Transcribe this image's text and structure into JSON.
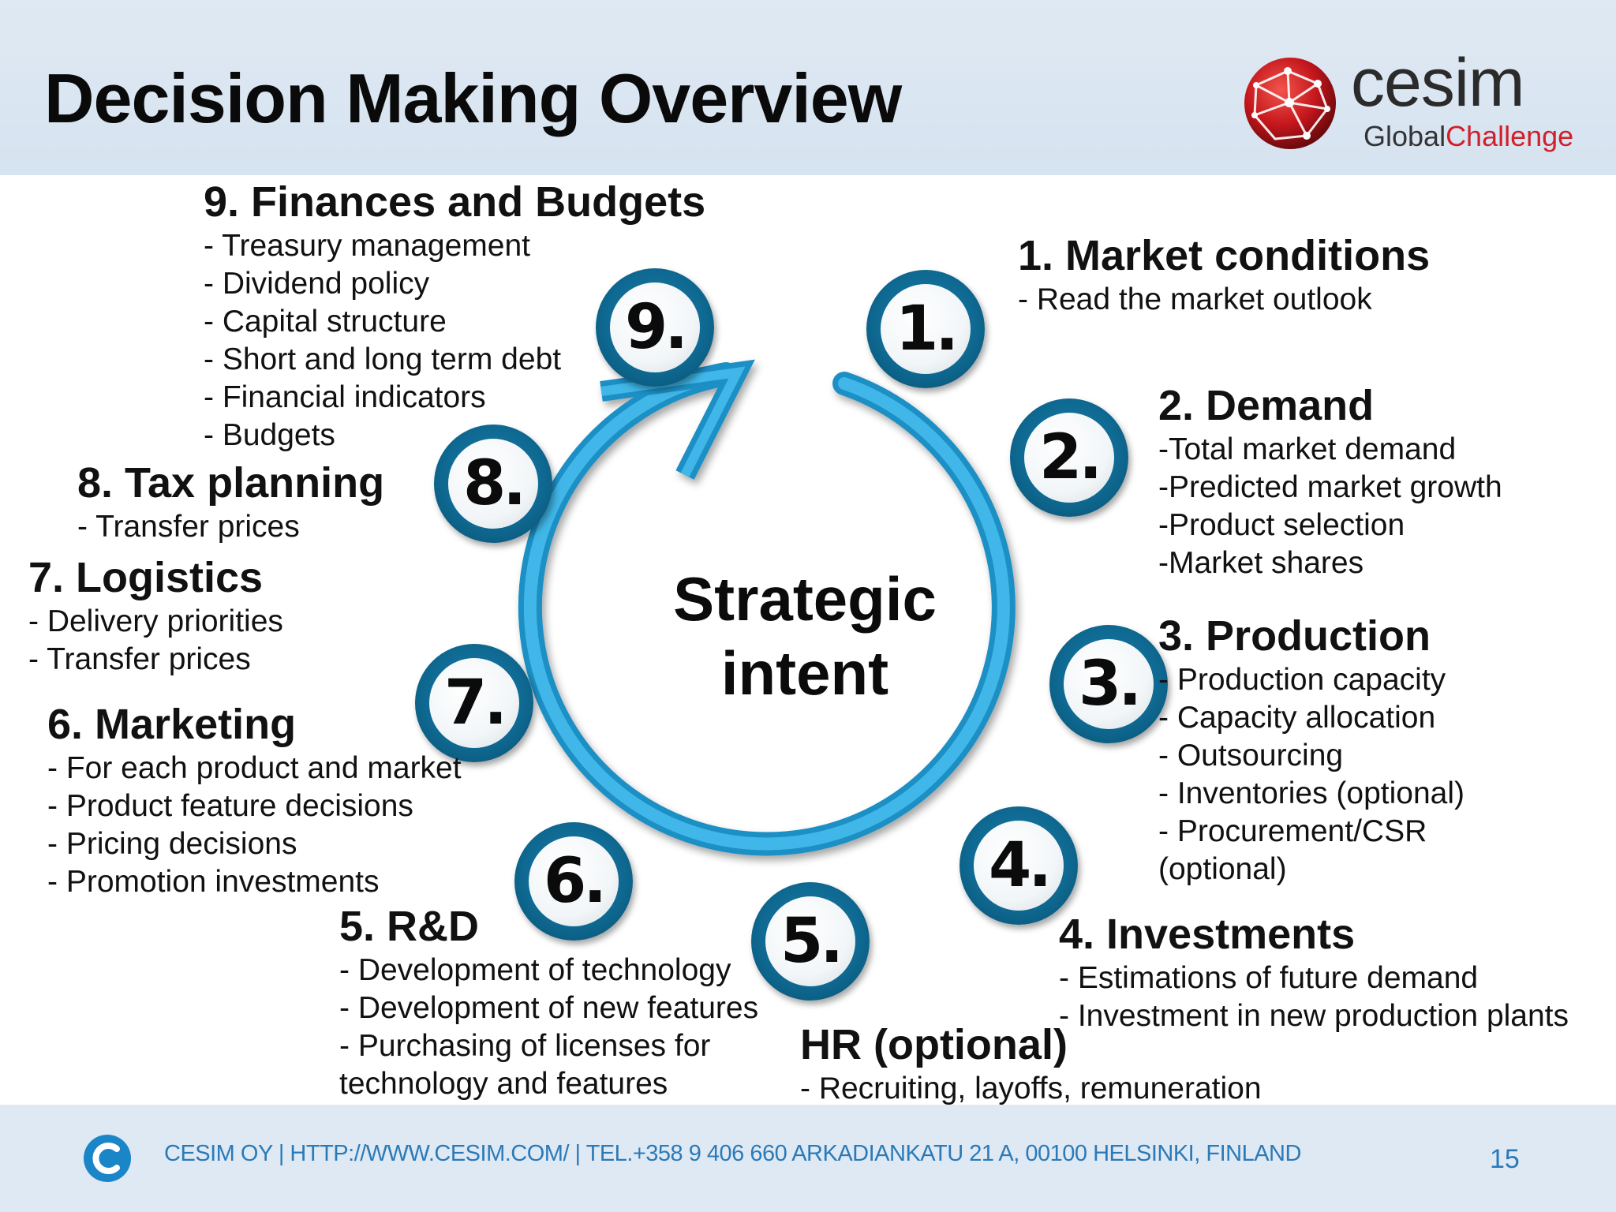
{
  "title": "Decision Making Overview",
  "logo": {
    "word": "cesim",
    "sub_a": "Global",
    "sub_b": "Challenge"
  },
  "center": {
    "line1": "Strategic",
    "line2": "intent"
  },
  "nodes": [
    {
      "label": "1."
    },
    {
      "label": "2."
    },
    {
      "label": "3."
    },
    {
      "label": "4."
    },
    {
      "label": "5."
    },
    {
      "label": "6."
    },
    {
      "label": "7."
    },
    {
      "label": "8."
    },
    {
      "label": "9."
    }
  ],
  "sections": {
    "finances": {
      "heading": "9. Finances and Budgets",
      "items": [
        "-  Treasury management",
        "-  Dividend policy",
        "-  Capital structure",
        "-  Short and long term debt",
        "-  Financial indicators",
        "-  Budgets"
      ]
    },
    "market": {
      "heading": "1. Market conditions",
      "items": [
        "-  Read the market outlook"
      ]
    },
    "demand": {
      "heading": "2. Demand",
      "items": [
        "-Total market demand",
        "-Predicted market growth",
        "-Product selection",
        "-Market shares"
      ]
    },
    "production": {
      "heading": "3. Production",
      "items": [
        "-  Production capacity",
        "-  Capacity allocation",
        "-  Outsourcing",
        "-  Inventories (optional)",
        "-  Procurement/CSR",
        "(optional)"
      ]
    },
    "tax": {
      "heading": "8. Tax planning",
      "items": [
        "-  Transfer prices"
      ]
    },
    "logistics": {
      "heading": "7. Logistics",
      "items": [
        "-  Delivery priorities",
        "-  Transfer prices"
      ]
    },
    "marketing": {
      "heading": "6. Marketing",
      "items": [
        "-  For each product and market",
        "-  Product feature decisions",
        "-  Pricing decisions",
        "-  Promotion investments"
      ]
    },
    "rnd": {
      "heading": "5. R&D",
      "items": [
        "-  Development of technology",
        "-  Development of new features",
        "-  Purchasing of licenses for",
        "technology and features"
      ]
    },
    "investments": {
      "heading": "4. Investments",
      "items": [
        "-  Estimations of future demand",
        "-  Investment in new production plants"
      ]
    },
    "hr": {
      "heading": "HR (optional)",
      "items": [
        "-  Recruiting, layoffs, remuneration"
      ]
    }
  },
  "footer": {
    "text": "CESIM OY | HTTP://WWW.CESIM.COM/ | TEL.+358 9 406 660     ARKADIANKATU 21 A, 00100 HELSINKI, FINLAND",
    "page": "15"
  },
  "colors": {
    "arrow": "#2aa3d8",
    "node_ring": "#0f6a93",
    "footer_text": "#2b7ab8",
    "logo_red": "#d0202a"
  }
}
